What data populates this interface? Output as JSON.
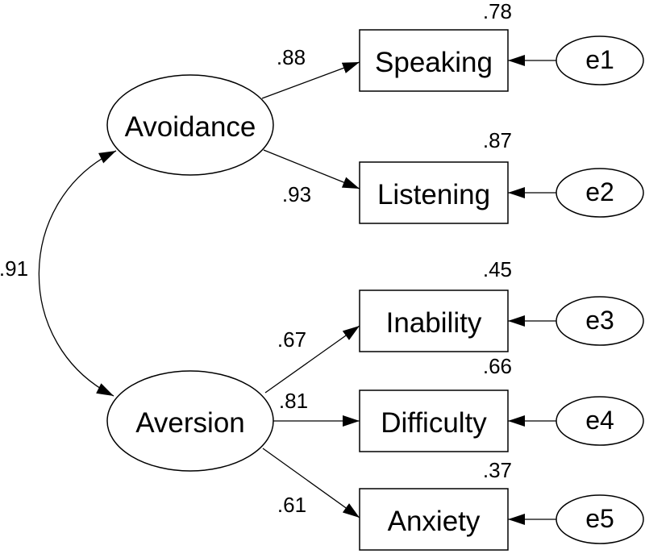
{
  "diagram": {
    "kind": "confirmatory factor analysis path diagram",
    "colors": {
      "background": "#ffffff",
      "stroke": "#000000",
      "text": "#000000"
    },
    "latents": [
      {
        "label": "Avoidance"
      },
      {
        "label": "Aversion"
      }
    ],
    "correlation": {
      "value": ".91",
      "between": [
        "Avoidance",
        "Aversion"
      ]
    },
    "indicators": [
      {
        "label": "Speaking",
        "factor": "Avoidance",
        "loading": ".88",
        "r_squared": ".78",
        "error_label": "e1"
      },
      {
        "label": "Listening",
        "factor": "Avoidance",
        "loading": ".93",
        "r_squared": ".87",
        "error_label": "e2"
      },
      {
        "label": "Inability",
        "factor": "Aversion",
        "loading": ".67",
        "r_squared": ".45",
        "error_label": "e3"
      },
      {
        "label": "Difficulty",
        "factor": "Aversion",
        "loading": ".81",
        "r_squared": ".66",
        "error_label": "e4"
      },
      {
        "label": "Anxiety",
        "factor": "Aversion",
        "loading": ".61",
        "r_squared": ".37",
        "error_label": "e5"
      }
    ]
  }
}
